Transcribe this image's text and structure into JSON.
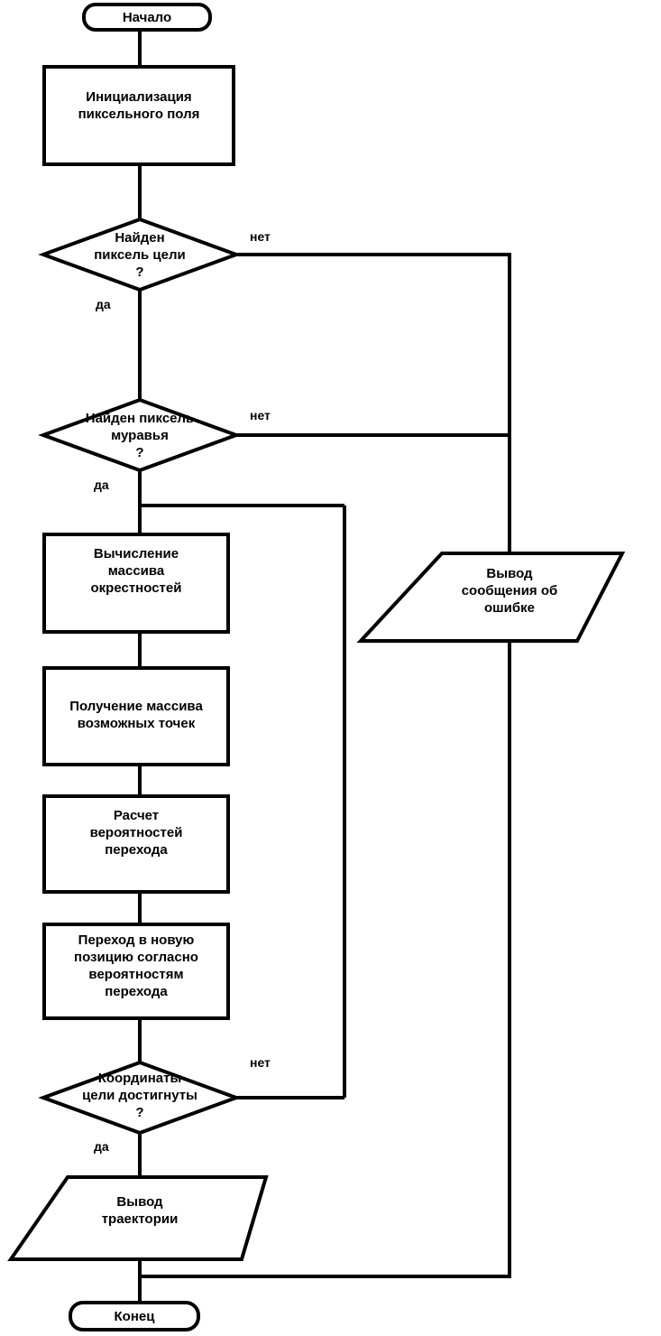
{
  "diagram": {
    "title": "Блок-схема алгоритма муравья",
    "language": "ru",
    "type": "flowchart",
    "stroke_color": "#000000",
    "fill_color": "#ffffff"
  },
  "nodes": {
    "start": {
      "label": "Начало",
      "shape": "terminal"
    },
    "init": {
      "label": "Инициализация\nпиксельного поля",
      "shape": "process"
    },
    "decision_target": {
      "label": "Найден\nпиксель цели\n?",
      "shape": "decision"
    },
    "decision_ant": {
      "label": "Найден пиксель\nмуравья\n?",
      "shape": "decision"
    },
    "calc_neighborhood": {
      "label": "Вычисление\nмассива\nокрестностей",
      "shape": "process"
    },
    "get_points": {
      "label": "Получение массива\nвозможных точек",
      "shape": "process"
    },
    "calc_probabilities": {
      "label": "Расчет\nвероятностей\nперехода",
      "shape": "process"
    },
    "move": {
      "label": "Переход в новую\nпозицию согласно\nвероятностям\nперехода",
      "shape": "process"
    },
    "decision_reached": {
      "label": "Координаты\nцели достигнуты\n?",
      "shape": "decision"
    },
    "output_trajectory": {
      "label": "Вывод\nтраектории",
      "shape": "io-parallelogram"
    },
    "output_error": {
      "label": "Вывод\nсообщения об\nошибке",
      "shape": "io-parallelogram"
    },
    "end": {
      "label": "Конец",
      "shape": "terminal"
    }
  },
  "edge_labels": {
    "target_no": "нет",
    "target_yes": "да",
    "ant_no": "нет",
    "ant_yes": "да",
    "reached_no": "нет",
    "reached_yes": "да"
  }
}
